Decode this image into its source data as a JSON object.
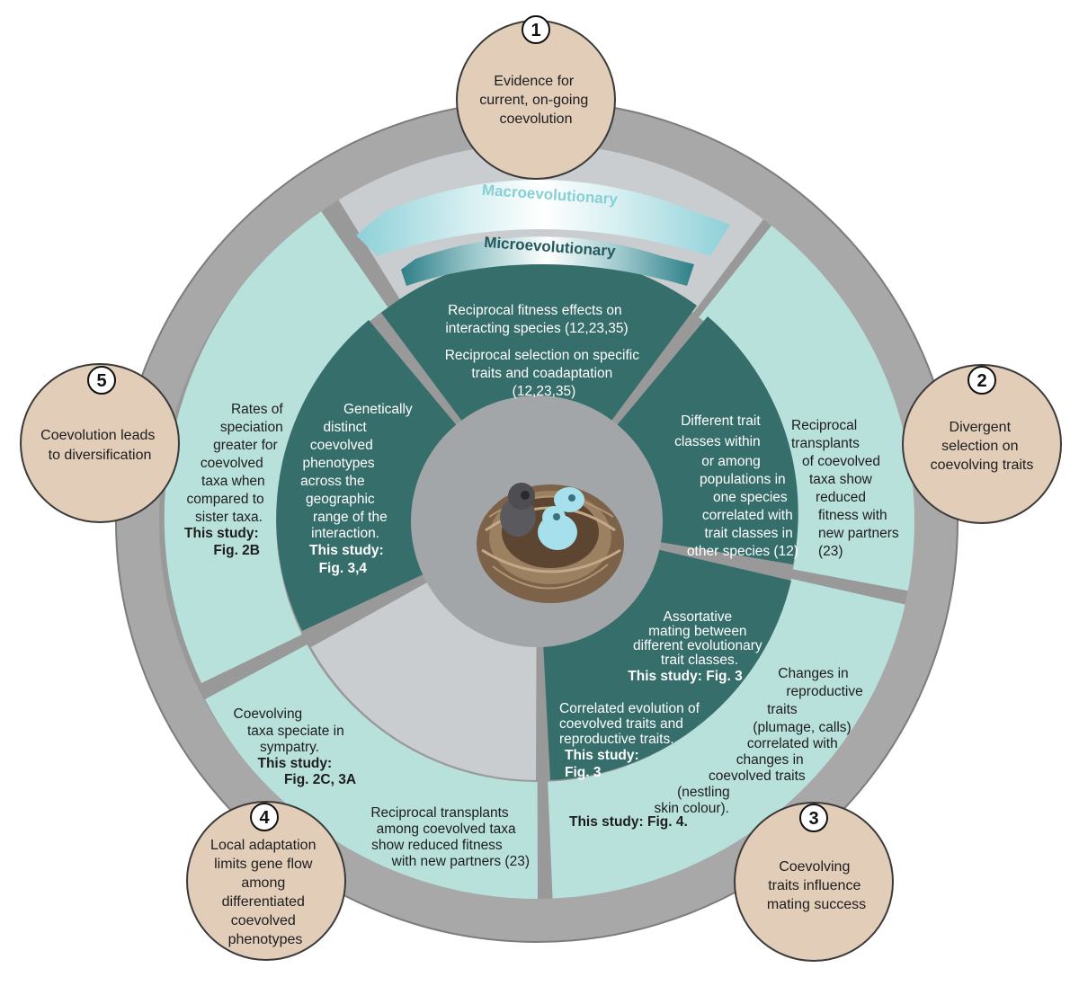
{
  "colors": {
    "outer_ring": "#a8a8a8",
    "ring_border": "#8c8c8c",
    "gap": "#999999",
    "outer_band": "#b9e1dc",
    "micro_top_bg": "#c9cdd0",
    "inner_dark": "#356e6b",
    "hub": "#a3a6a8",
    "circle_fill": "#e2cdb9",
    "circle_stroke": "#3a3a3a",
    "macro_arrow": "#8ed0d8",
    "micro_arrow": "#2e7f88",
    "macro_text": "#86cfd3",
    "micro_text": "#23595c"
  },
  "center_image": {
    "icon": "nest-with-chicks-icon"
  },
  "top_arrows": {
    "macro_label": "Macroevolutionary",
    "micro_label": "Microevolutionary"
  },
  "criteria": [
    {
      "number": "1",
      "lines": [
        "Evidence for",
        "current, on-going",
        "coevolution"
      ]
    },
    {
      "number": "2",
      "lines": [
        "Divergent",
        "selection on",
        "coevolving traits"
      ]
    },
    {
      "number": "3",
      "lines": [
        "Coevolving",
        "traits influence",
        "mating success"
      ]
    },
    {
      "number": "4",
      "lines": [
        "Local adaptation",
        "limits gene flow",
        "among",
        "differentiated",
        "coevolved",
        "phenotypes"
      ]
    },
    {
      "number": "5",
      "lines": [
        "Coevolution leads",
        "to diversification"
      ]
    }
  ],
  "segments": {
    "top_inner": {
      "block1": [
        "Reciprocal fitness effects on",
        "interacting species (12,23,35)"
      ],
      "block2": [
        "Reciprocal selection on specific",
        "traits and coadaptation",
        "(12,23,35)"
      ]
    },
    "right_inner": {
      "lines": [
        "Different trait",
        "classes within",
        "or among",
        "populations in",
        "one species",
        "correlated with",
        "trait classes in",
        "other species (12)"
      ]
    },
    "right_outer": {
      "lines": [
        "Reciprocal",
        "transplants",
        "of coevolved",
        "taxa show",
        "reduced",
        "fitness with",
        "new partners",
        "(23)"
      ]
    },
    "bottom_right_inner": {
      "block1": [
        "Assortative",
        "mating between",
        "different evolutionary",
        "trait classes."
      ],
      "block1_study": "This study: Fig. 3",
      "block2": [
        "Correlated evolution of",
        "coevolved traits and",
        "reproductive traits."
      ],
      "block2_study": [
        "This study:",
        "Fig. 3"
      ]
    },
    "bottom_right_outer": {
      "lines": [
        "Changes in",
        "reproductive",
        "traits",
        "(plumage, calls)",
        "correlated with",
        "changes in",
        "coevolved traits",
        "(nestling",
        "skin colour)."
      ],
      "study": "This study: Fig. 4."
    },
    "bottom_left_outer": {
      "block1": [
        "Coevolving",
        "taxa speciate in",
        "sympatry."
      ],
      "block1_study": [
        "This study:",
        "Fig. 2C, 3A"
      ],
      "block2": [
        "Reciprocal transplants",
        "among coevolved taxa",
        "show reduced fitness",
        "with new partners (23)"
      ]
    },
    "left_inner": {
      "lines": [
        "Genetically",
        "distinct",
        "coevolved",
        "phenotypes",
        "across the",
        "geographic",
        "range of the",
        "interaction."
      ],
      "study": [
        "This study:",
        "Fig. 3,4"
      ]
    },
    "left_outer": {
      "lines": [
        "Rates of",
        "speciation",
        "greater for",
        "coevolved",
        "taxa when",
        "compared to",
        "sister taxa."
      ],
      "study": [
        "This study:",
        "Fig. 2B"
      ]
    }
  }
}
